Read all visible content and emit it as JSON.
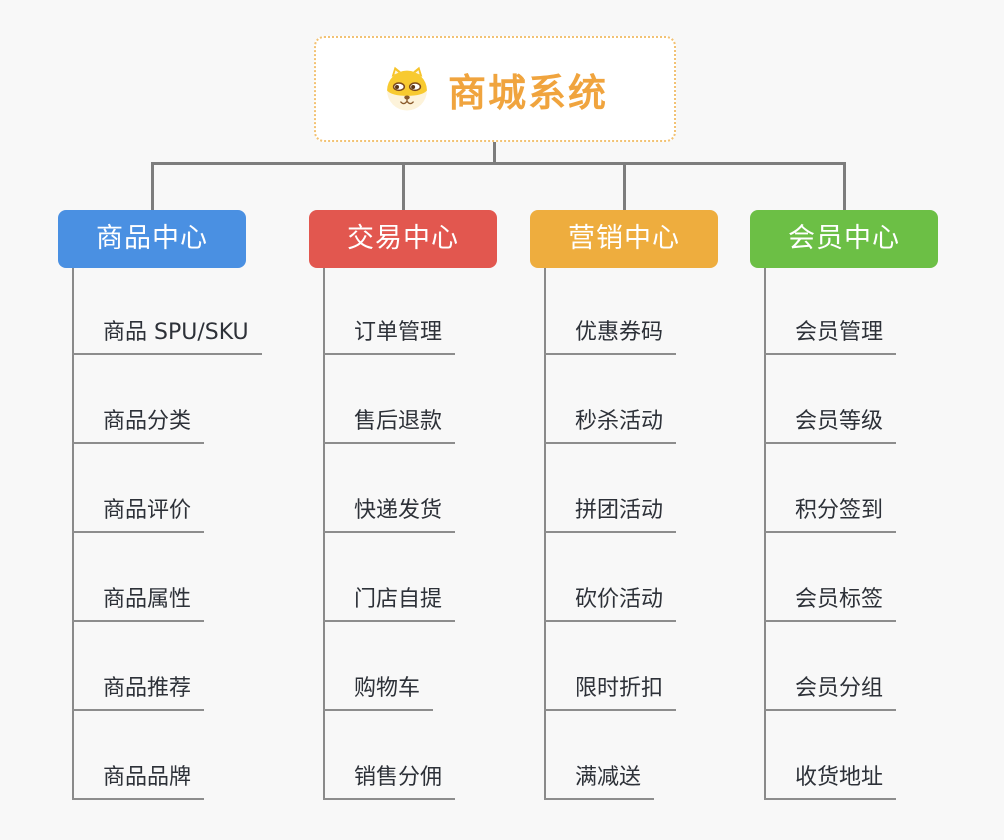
{
  "page": {
    "background_color": "#f8f8f8",
    "connector_color": "#7d7d7d",
    "underline_color": "#8d8d8d",
    "leaf_text_color": "#2d3138"
  },
  "root": {
    "title": "商城系统",
    "icon": "shiba-dog-icon",
    "title_color": "#f0a43e",
    "border_color": "#f2c274"
  },
  "branches": [
    {
      "label": "商品中心",
      "color": "#4a90e2",
      "items": [
        "商品 SPU/SKU",
        "商品分类",
        "商品评价",
        "商品属性",
        "商品推荐",
        "商品品牌"
      ]
    },
    {
      "label": "交易中心",
      "color": "#e2574f",
      "items": [
        "订单管理",
        "售后退款",
        "快递发货",
        "门店自提",
        "购物车",
        "销售分佣"
      ]
    },
    {
      "label": "营销中心",
      "color": "#eead3e",
      "items": [
        "优惠券码",
        "秒杀活动",
        "拼团活动",
        "砍价活动",
        "限时折扣",
        "满减送"
      ]
    },
    {
      "label": "会员中心",
      "color": "#6cbf45",
      "items": [
        "会员管理",
        "会员等级",
        "积分签到",
        "会员标签",
        "会员分组",
        "收货地址"
      ]
    }
  ]
}
